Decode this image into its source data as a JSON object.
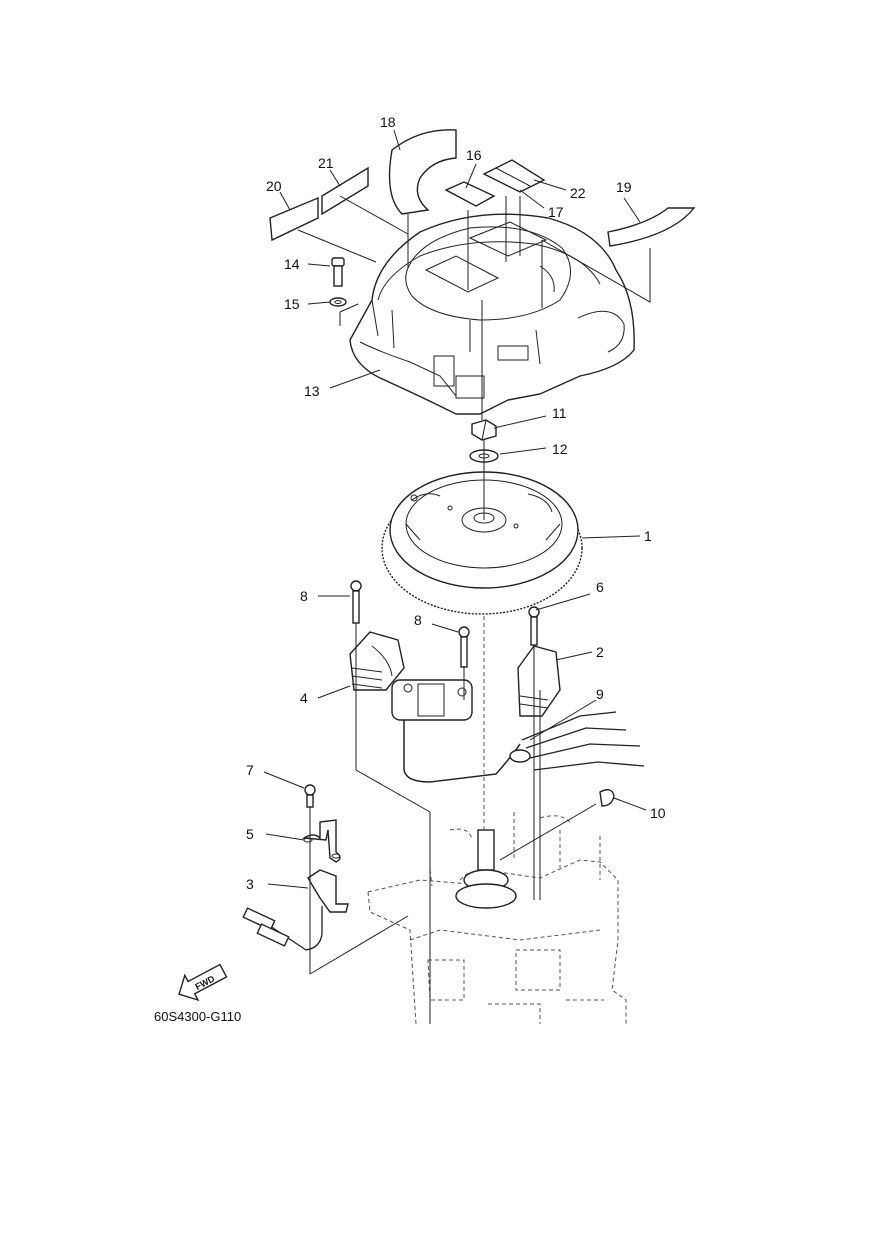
{
  "diagram": {
    "code": "60S4300-G110",
    "fwd_label": "FWD",
    "callouts": {
      "c1": "1",
      "c2": "2",
      "c3": "3",
      "c4": "4",
      "c5": "5",
      "c6": "6",
      "c7": "7",
      "c8a": "8",
      "c8b": "8",
      "c9": "9",
      "c10": "10",
      "c11": "11",
      "c12": "12",
      "c13": "13",
      "c14": "14",
      "c15": "15",
      "c16": "16",
      "c17": "17",
      "c18": "18",
      "c19": "19",
      "c20": "20",
      "c21": "21",
      "c22": "22"
    }
  }
}
